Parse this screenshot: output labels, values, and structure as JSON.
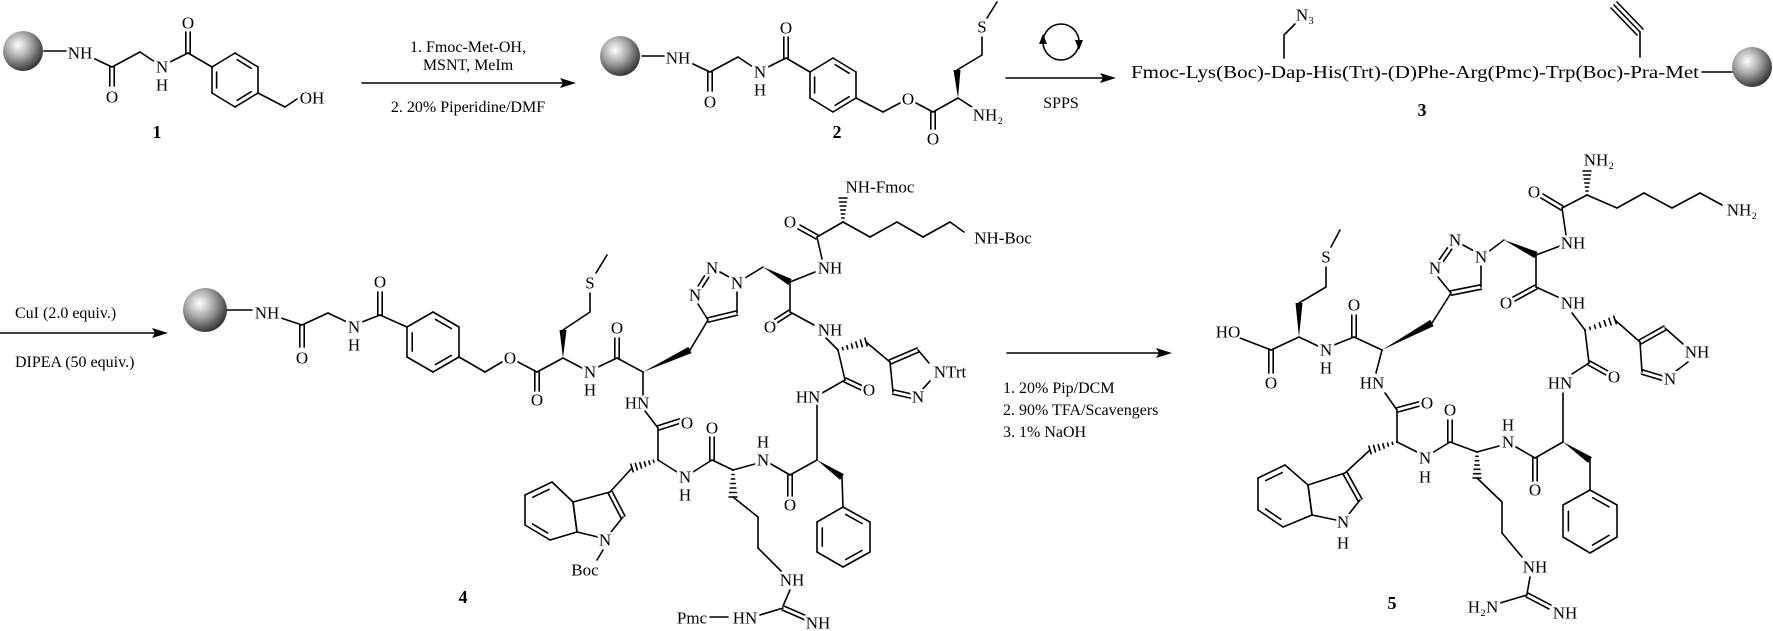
{
  "compounds": [
    {
      "number": "1",
      "atoms": [
        "NH",
        "O",
        "N",
        "H",
        "O",
        "OH"
      ]
    },
    {
      "number": "2",
      "atoms": [
        "NH",
        "O",
        "N",
        "H",
        "O",
        "O",
        "O",
        "NH₂",
        "S"
      ]
    },
    {
      "number": "3",
      "sequence": "Fmoc-Lys(Boc)-Dap-His(Trt)-(D)Phe-Arg(Pmc)-Trp(Boc)-Pra-Met",
      "atoms": [
        "N₃"
      ]
    },
    {
      "number": "4",
      "atoms": [
        "NH",
        "O",
        "N",
        "H",
        "O",
        "O",
        "O",
        "S",
        "N",
        "H",
        "O",
        "N",
        "N",
        "N",
        "NH",
        "O",
        "NH-Fmoc",
        "NH-Boc",
        "O",
        "NH",
        "NTrt",
        "N",
        "O",
        "HN",
        "O",
        "N",
        "H",
        "O",
        "N",
        "H",
        "O",
        "HN",
        "N",
        "Boc",
        "NH",
        "NH",
        "HN",
        "Pmc"
      ]
    },
    {
      "number": "5",
      "atoms": [
        "HO",
        "O",
        "S",
        "N",
        "H",
        "O",
        "N",
        "N",
        "N",
        "NH",
        "O",
        "NH₂",
        "NH₂",
        "O",
        "NH",
        "NH",
        "N",
        "O",
        "HN",
        "O",
        "N",
        "H",
        "O",
        "N",
        "H",
        "O",
        "HN",
        "N",
        "H",
        "NH",
        "NH",
        "H₂N"
      ]
    }
  ],
  "steps": [
    {
      "above": [
        "1. Fmoc-Met-OH,",
        "MSNT, MeIm"
      ],
      "below": [
        "2. 20% Piperidine/DMF"
      ]
    },
    {
      "icon": "cycle-icon",
      "below": [
        "SPPS"
      ]
    },
    {
      "above": [
        "CuI (2.0 equiv.)"
      ],
      "below": [
        "DIPEA (50 equiv.)"
      ]
    },
    {
      "below": [
        "1. 20% Pip/DCM",
        "2. 90% TFA/Scavengers",
        "3. 1% NaOH"
      ]
    }
  ]
}
